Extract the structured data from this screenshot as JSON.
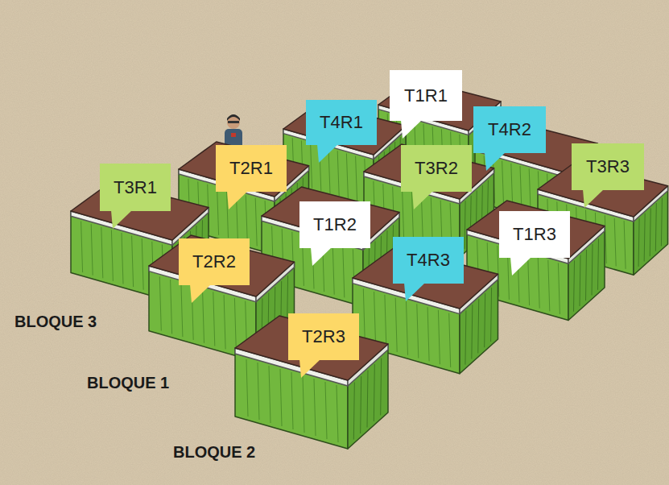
{
  "diagram": {
    "nodes": [
      {
        "text": [
          "T1R1"
        ]
      },
      {
        "text": [
          "T4R1"
        ]
      },
      {
        "text": [
          "T4R2"
        ]
      },
      {
        "text": [
          "T2R1"
        ]
      },
      {
        "text": [
          "T3R2"
        ]
      },
      {
        "text": [
          "T3R3"
        ]
      },
      {
        "text": [
          "T3R1"
        ]
      },
      {
        "text": [
          "T1R2"
        ]
      },
      {
        "text": [
          "T1R3"
        ]
      },
      {
        "text": [
          "T2R2"
        ]
      },
      {
        "text": [
          "T4R3"
        ]
      },
      {
        "text": [
          "T2R3"
        ]
      }
    ],
    "labels": [
      "BLOQUE 3",
      "BLOQUE 1",
      "BLOQUE 2"
    ]
  }
}
